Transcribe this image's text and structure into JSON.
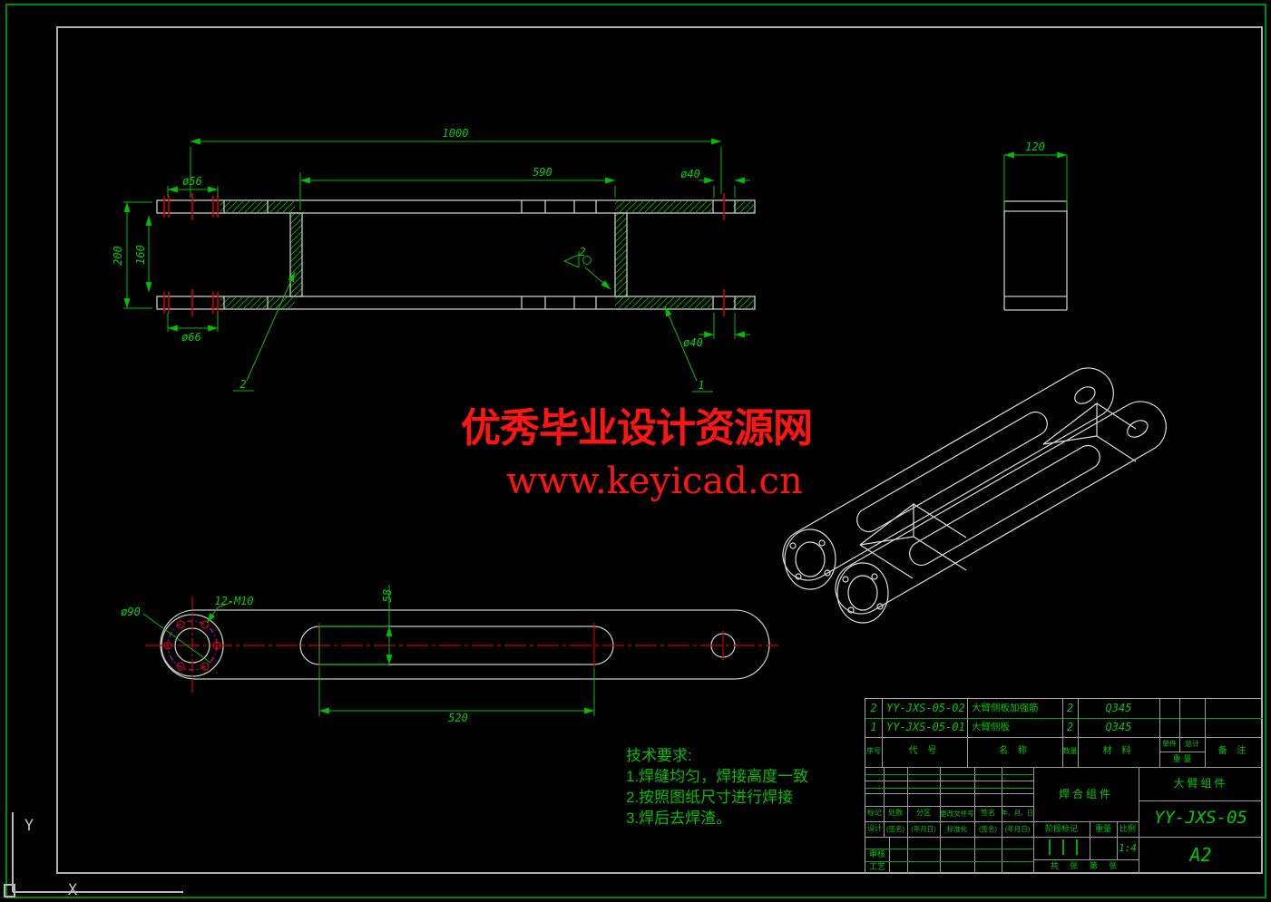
{
  "colors": {
    "line_green": "#00c000",
    "part_gray": "#c8c8c8",
    "centerline_red": "#cc0000",
    "bolt_circle_magenta": "#c000c0",
    "watermark_red": "#ff1414",
    "title_text_green": "#00c800",
    "iso_white": "#dcdcdc"
  },
  "watermark": {
    "line1": "优秀毕业设计资源网",
    "line2": "www.keyicad.cn"
  },
  "tech_requirements": {
    "title": "技术要求:",
    "items": [
      "1.焊缝均匀，焊接高度一致",
      "2.按照图纸尺寸进行焊接",
      "3.焊后去焊渣。"
    ]
  },
  "front_view": {
    "dim_overall": "1000",
    "dim_inner": "590",
    "dim_bore_top": "ø56",
    "dim_bore_bottom": "ø66",
    "dim_height_outer": "200",
    "dim_height_inner": "160",
    "dim_pin_top": "ø40",
    "dim_pin_bottom": "ø40",
    "weld_size": "2",
    "leader_part1": "1",
    "leader_part2": "2"
  },
  "side_view": {
    "dim_width": "120"
  },
  "plan_view": {
    "dim_slot_height": "58",
    "dim_slot_length": "520",
    "dim_bolt_circle": "ø90",
    "dim_bolt_holes": "12-M10"
  },
  "ucs": {
    "x_label": "X",
    "y_label": "Y"
  },
  "title_block": {
    "bom_rows": [
      {
        "seq": "2",
        "code": "YY-JXS-05-02",
        "name": "大臂侧板加强筋",
        "qty": "2",
        "material": "Q345"
      },
      {
        "seq": "1",
        "code": "YY-JXS-05-01",
        "name": "大臂侧板",
        "qty": "2",
        "material": "Q345"
      }
    ],
    "headers": {
      "seq": "序号",
      "code": "代 号",
      "name": "名 称",
      "qty": "数量",
      "material": "材 料",
      "unit": "单件",
      "total": "总计",
      "weight": "重 量",
      "remark": "备 注"
    },
    "rev": {
      "mark": "标记",
      "count": "处数",
      "zone": "分区",
      "doc": "更改文件号",
      "sign": "签名",
      "date": "年、月、日"
    },
    "sig": {
      "design": "设计",
      "design_sign": "(签名)",
      "design_date": "(年月日)",
      "std": "标准化",
      "std_sign": "(签名)",
      "std_date": "(年月日)",
      "audit": "审核",
      "process": "工艺"
    },
    "stage": {
      "label": "阶段标记",
      "weight": "重量",
      "scale": "比例",
      "scale_value": "1:4",
      "sheet": "共 张 第 张"
    },
    "part": {
      "assembly": "焊合组件",
      "product": "大臂组件",
      "drawing_no": "YY-JXS-05",
      "size": "A2"
    }
  }
}
